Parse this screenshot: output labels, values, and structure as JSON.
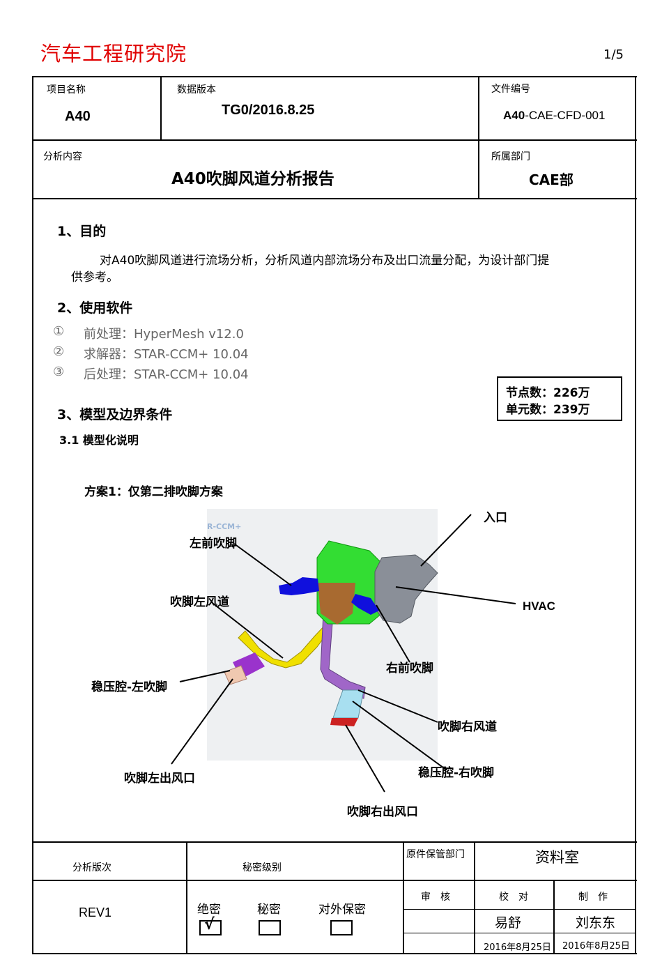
{
  "header": {
    "institute": "汽车工程研究院",
    "page_number": "1/5"
  },
  "info": {
    "project_name_label": "项目名称",
    "project_name": "A40",
    "data_version_label": "数据版本",
    "data_version": "TG0/2016.8.25",
    "doc_no_label": "文件编号",
    "doc_no_bold": "A40",
    "doc_no_rest": "-CAE-CFD-001",
    "analysis_label": "分析内容",
    "analysis_title": "A40吹脚风道分析报告",
    "dept_label": "所属部门",
    "dept": "CAE部"
  },
  "body": {
    "s1_title": "1、目的",
    "s1_text_line1": "对A40吹脚风道进行流场分析，分析风道内部流场分布及出口流量分配，为设计部门提",
    "s1_text_line2": "供参考。",
    "s2_title": "2、使用软件",
    "software": [
      {
        "num": "①",
        "text": "前处理：HyperMesh v12.0"
      },
      {
        "num": "②",
        "text": "求解器：STAR-CCM+ 10.04"
      },
      {
        "num": "③",
        "text": "后处理：STAR-CCM+ 10.04"
      }
    ],
    "mesh_nodes": "节点数：226万",
    "mesh_elements": "单元数：239万",
    "s3_title": "3、模型及边界条件",
    "s31_title": "3.1 模型化说明",
    "scheme": "方案1：仅第二排吹脚方案"
  },
  "figure": {
    "watermark": "R-CCM+",
    "labels": {
      "inlet": "入口",
      "left_front": "左前吹脚",
      "left_duct": "吹脚左风道",
      "hvac": "HVAC",
      "right_front": "右前吹脚",
      "left_plenum": "稳压腔-左吹脚",
      "right_duct": "吹脚右风道",
      "right_plenum": "稳压腔-右吹脚",
      "left_outlet": "吹脚左出风口",
      "right_outlet": "吹脚右出风口"
    }
  },
  "footer": {
    "rev_label": "分析版次",
    "secret_label": "秘密级别",
    "keeper_label": "原件保管部门",
    "keeper": "资料室",
    "rev": "REV1",
    "secret_options": [
      "绝密",
      "秘密",
      "对外保密"
    ],
    "checked_mark": "√",
    "review_label": "审　核",
    "check_label": "校　对",
    "make_label": "制　作",
    "checker": "易舒",
    "maker": "刘东东",
    "date1": "2016年8月25日",
    "date2": "2016年8月25日"
  }
}
